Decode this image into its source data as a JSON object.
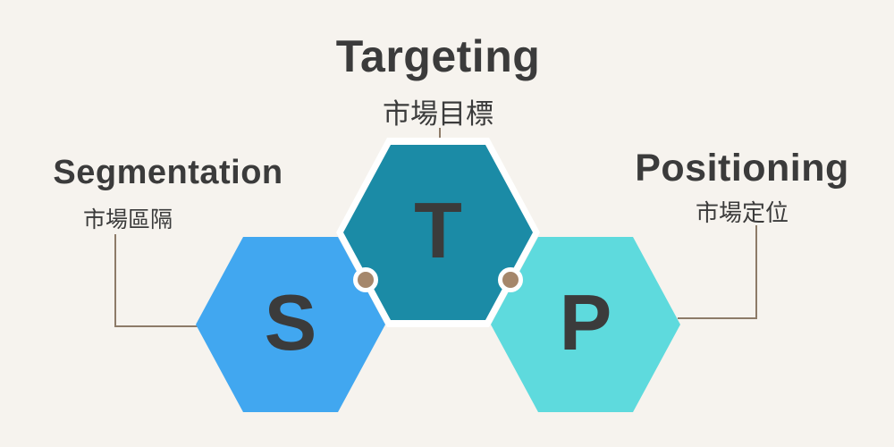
{
  "groups": [
    {
      "key": "segmentation",
      "letter": "S",
      "title": "Segmentation",
      "subtitle": "市場區隔"
    },
    {
      "key": "targeting",
      "letter": "T",
      "title": "Targeting",
      "subtitle": "市場目標"
    },
    {
      "key": "positioning",
      "letter": "P",
      "title": "Positioning",
      "subtitle": "市場定位"
    }
  ],
  "colors": {
    "background": "#f6f3ee",
    "segmentation_hex": "#41a7f0",
    "targeting_hex": "#1b8ba6",
    "positioning_hex": "#5edadd",
    "letter_text": "#3b3b3b",
    "title_text": "#3b3b3b",
    "connector": "#8d7b68",
    "dot": "#a5876b"
  }
}
